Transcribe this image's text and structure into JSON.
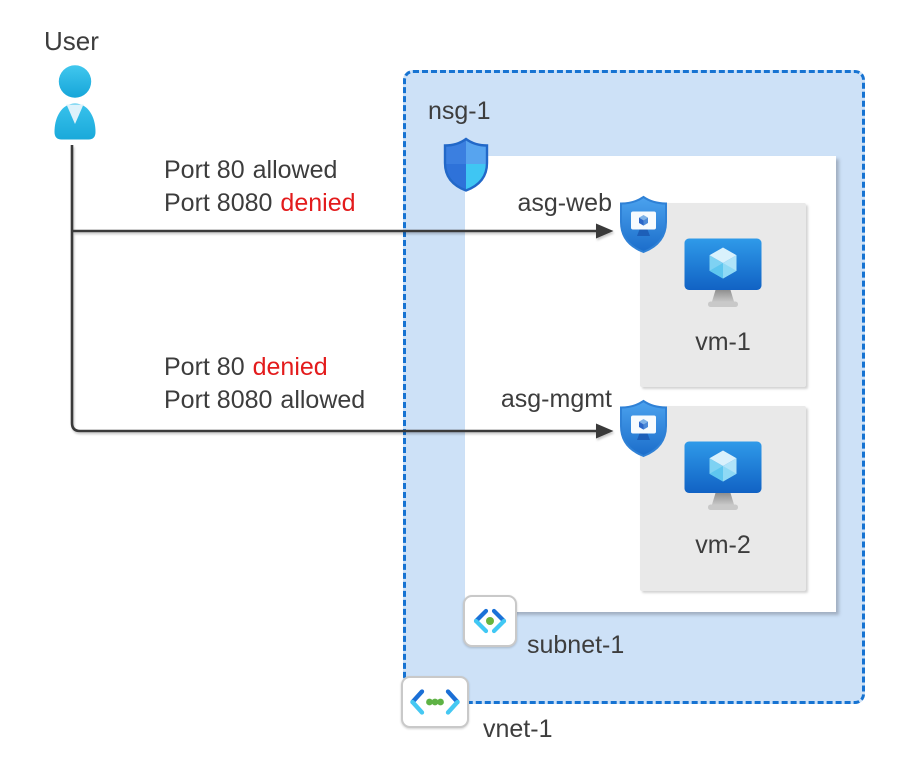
{
  "labels": {
    "user": "User",
    "nsg": "nsg-1",
    "subnet": "subnet-1",
    "vnet": "vnet-1"
  },
  "traffic_rules": [
    {
      "line1": {
        "prefix": "Port 80",
        "status": "allowed"
      },
      "line2": {
        "prefix": "Port 8080",
        "status": "denied"
      }
    },
    {
      "line1": {
        "prefix": "Port 80",
        "status": "denied"
      },
      "line2": {
        "prefix": "Port 8080",
        "status": "allowed"
      }
    }
  ],
  "asgs": [
    {
      "label": "asg-web"
    },
    {
      "label": "asg-mgmt"
    }
  ],
  "vms": [
    {
      "label": "vm-1"
    },
    {
      "label": "vm-2"
    }
  ],
  "icons": {
    "user": "user-person-icon",
    "nsg": "nsg-shield-icon",
    "asg": "asg-shield-monitor-icon",
    "vm": "virtual-machine-monitor-icon",
    "subnet": "subnet-code-brackets-icon",
    "vnet": "virtual-network-brackets-icon"
  },
  "colors": {
    "vnet_fill": "#cde1f7",
    "vnet_border": "#1673d2",
    "subnet_fill": "#ffffff",
    "vm_box_fill": "#e9e9e9",
    "text": "#3d3d3d",
    "denied": "#e31b1c",
    "arrow": "#3a3a3a",
    "user_cyan": "#29b9e7",
    "azure_blue": "#1d71d1",
    "cyan_accent": "#41c7f2",
    "green_dot": "#68b43e"
  }
}
